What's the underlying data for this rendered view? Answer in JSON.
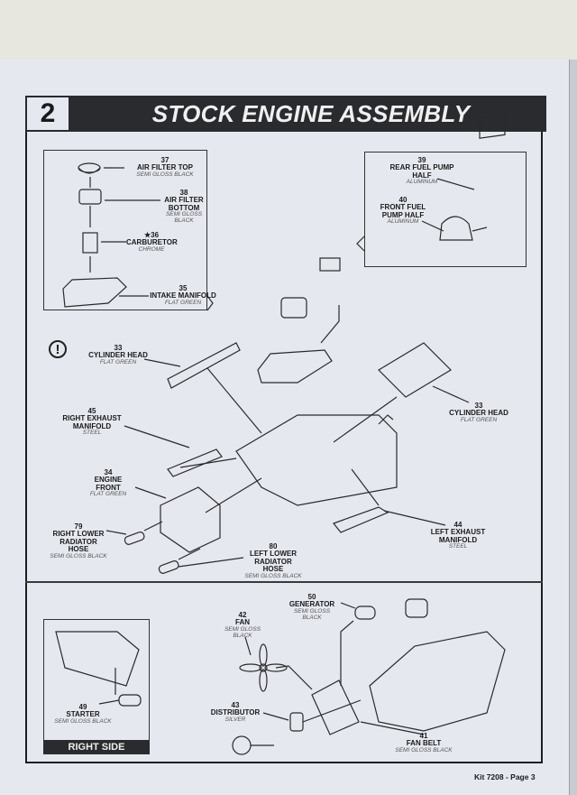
{
  "page": {
    "step_number": "2",
    "title": "STOCK ENGINE ASSEMBLY",
    "footer": "Kit 7208 - Page 3"
  },
  "callouts": {
    "air_filter_top": {
      "num": "37",
      "name": "AIR FILTER TOP",
      "finish": "SEMI GLOSS BLACK"
    },
    "air_filter_bottom": {
      "num": "38",
      "name": "AIR FILTER BOTTOM",
      "finish": "SEMI GLOSS BLACK"
    },
    "carburetor": {
      "num": "★36",
      "name": "CARBURETOR",
      "finish": "CHROME"
    },
    "intake_manifold": {
      "num": "35",
      "name": "INTAKE MANIFOLD",
      "finish": "FLAT GREEN"
    },
    "rear_fuel_pump": {
      "num": "39",
      "name": "REAR FUEL PUMP HALF",
      "finish": "ALUMINUM"
    },
    "front_fuel_pump": {
      "num": "40",
      "name": "FRONT FUEL PUMP HALF",
      "finish": "ALUMINUM"
    }
  },
  "main_parts": {
    "cyl_head_right": {
      "num": "33",
      "name": "CYLINDER HEAD",
      "finish": "FLAT GREEN"
    },
    "right_exhaust": {
      "num": "45",
      "name": "RIGHT EXHAUST MANIFOLD",
      "finish": "STEEL"
    },
    "engine_front": {
      "num": "34",
      "name": "ENGINE FRONT",
      "finish": "FLAT GREEN"
    },
    "right_radiator_hose": {
      "num": "79",
      "name": "RIGHT LOWER RADIATOR HOSE",
      "finish": "SEMI GLOSS BLACK"
    },
    "left_radiator_hose": {
      "num": "80",
      "name": "LEFT LOWER RADIATOR HOSE",
      "finish": "SEMI GLOSS BLACK"
    },
    "cyl_head_left": {
      "num": "33",
      "name": "CYLINDER HEAD",
      "finish": "FLAT GREEN"
    },
    "left_exhaust": {
      "num": "44",
      "name": "LEFT EXHAUST MANIFOLD",
      "finish": "STEEL"
    }
  },
  "lower_parts": {
    "starter": {
      "num": "49",
      "name": "STARTER",
      "finish": "SEMI GLOSS BLACK"
    },
    "right_side_label": "RIGHT SIDE",
    "generator": {
      "num": "50",
      "name": "GENERATOR",
      "finish": "SEMI GLOSS BLACK"
    },
    "fan": {
      "num": "42",
      "name": "FAN",
      "finish": "SEMI GLOSS BLACK"
    },
    "distributor": {
      "num": "43",
      "name": "DISTRIBUTOR",
      "finish": "SILVER"
    },
    "fan_belt": {
      "num": "41",
      "name": "FAN BELT",
      "finish": "SEMI GLOSS BLACK"
    }
  },
  "icons": {
    "warning": "!"
  }
}
